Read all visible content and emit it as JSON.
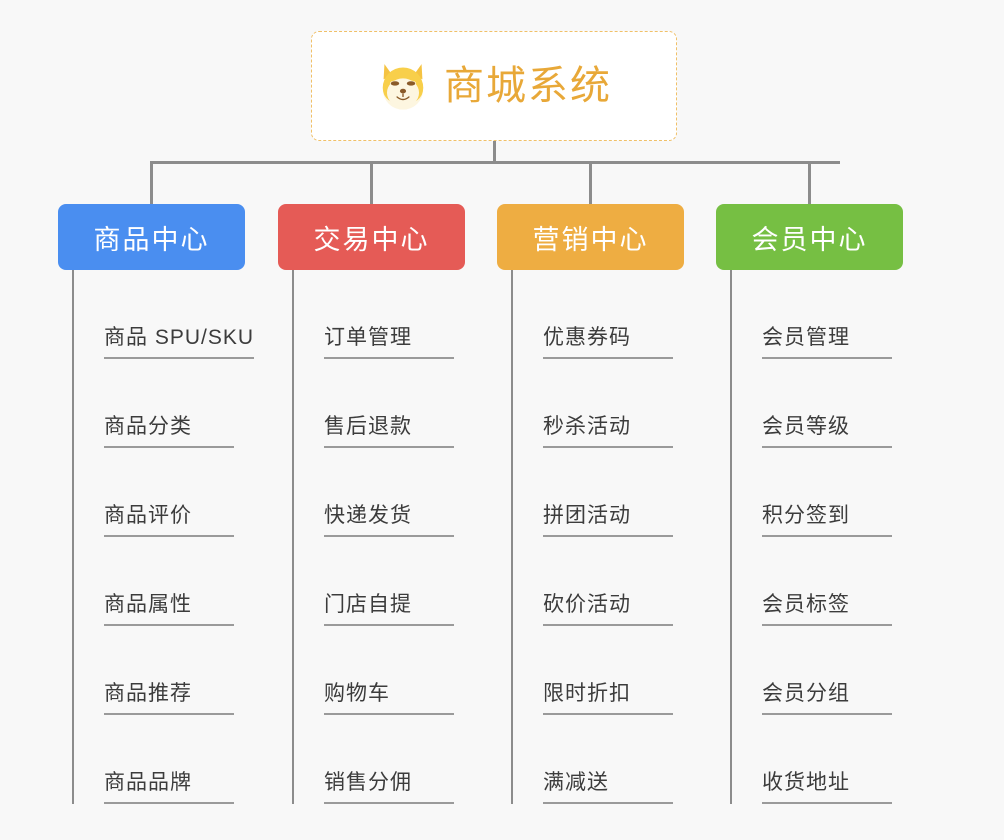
{
  "background_color": "#f8f8f8",
  "root": {
    "title": "商城系统",
    "icon": "shiba-inu-dog-face-icon",
    "title_color": "#e8a838",
    "border_color": "#f0c068",
    "background_color": "#ffffff"
  },
  "connector_color": "#8c8c8c",
  "leaf_text_color": "#3c3c3c",
  "leaf_underline_color": "#9a9a9a",
  "columns": [
    {
      "header": "商品中心",
      "color": "#4a8ef0",
      "items": [
        "商品 SPU/SKU",
        "商品分类",
        "商品评价",
        "商品属性",
        "商品推荐",
        "商品品牌"
      ]
    },
    {
      "header": "交易中心",
      "color": "#e55b56",
      "items": [
        "订单管理",
        "售后退款",
        "快递发货",
        "门店自提",
        "购物车",
        "销售分佣"
      ]
    },
    {
      "header": "营销中心",
      "color": "#eead42",
      "items": [
        "优惠券码",
        "秒杀活动",
        "拼团活动",
        "砍价活动",
        "限时折扣",
        "满减送"
      ]
    },
    {
      "header": "会员中心",
      "color": "#76bf43",
      "items": [
        "会员管理",
        "会员等级",
        "积分签到",
        "会员标签",
        "会员分组",
        "收货地址"
      ]
    }
  ]
}
